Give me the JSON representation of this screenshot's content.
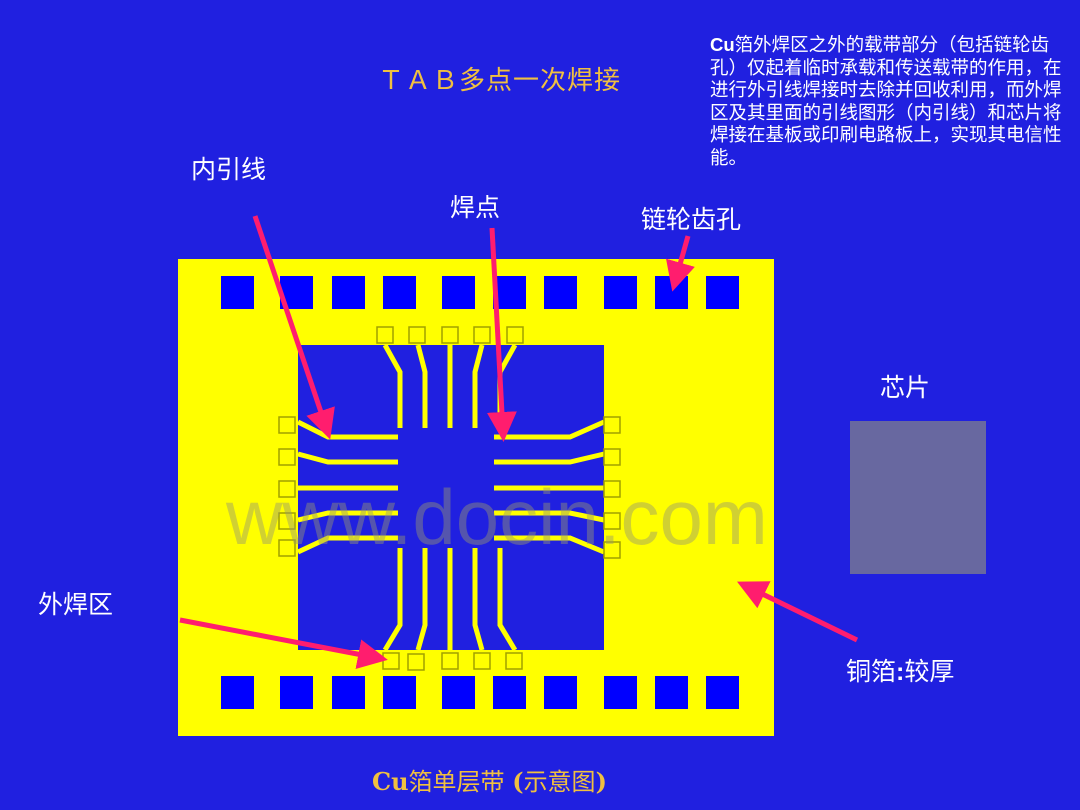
{
  "title": "ＴＡＢ多点一次焊接",
  "description": {
    "bold_prefix": "Cu",
    "text": "箔外焊区之外的载带部分（包括链轮齿孔）仅起着临时承载和传送载带的作用，在进行外引线焊接时去除并回收利用，而外焊区及其里面的引线图形（内引线）和芯片将焊接在基板或印刷电路板上，实现其电信性能。"
  },
  "labels": {
    "inner_lead": "内引线",
    "bond_point": "焊点",
    "sprocket_hole": "链轮齿孔",
    "chip": "芯片",
    "outer_bond_area": "外焊区",
    "copper_foil_prefix": "铜箔",
    "copper_foil_colon": ":",
    "copper_foil_suffix": "较厚"
  },
  "caption": {
    "prefix": "Cu",
    "middle": "箔单层带 ",
    "paren_open": "(",
    "text": "示意图",
    "paren_close": ")"
  },
  "watermark": "www.docin.com",
  "colors": {
    "background": "#2020e0",
    "tape": "#ffff00",
    "arrow": "#ff1d6e",
    "chip": "#6868a0",
    "title": "#f0c040"
  }
}
